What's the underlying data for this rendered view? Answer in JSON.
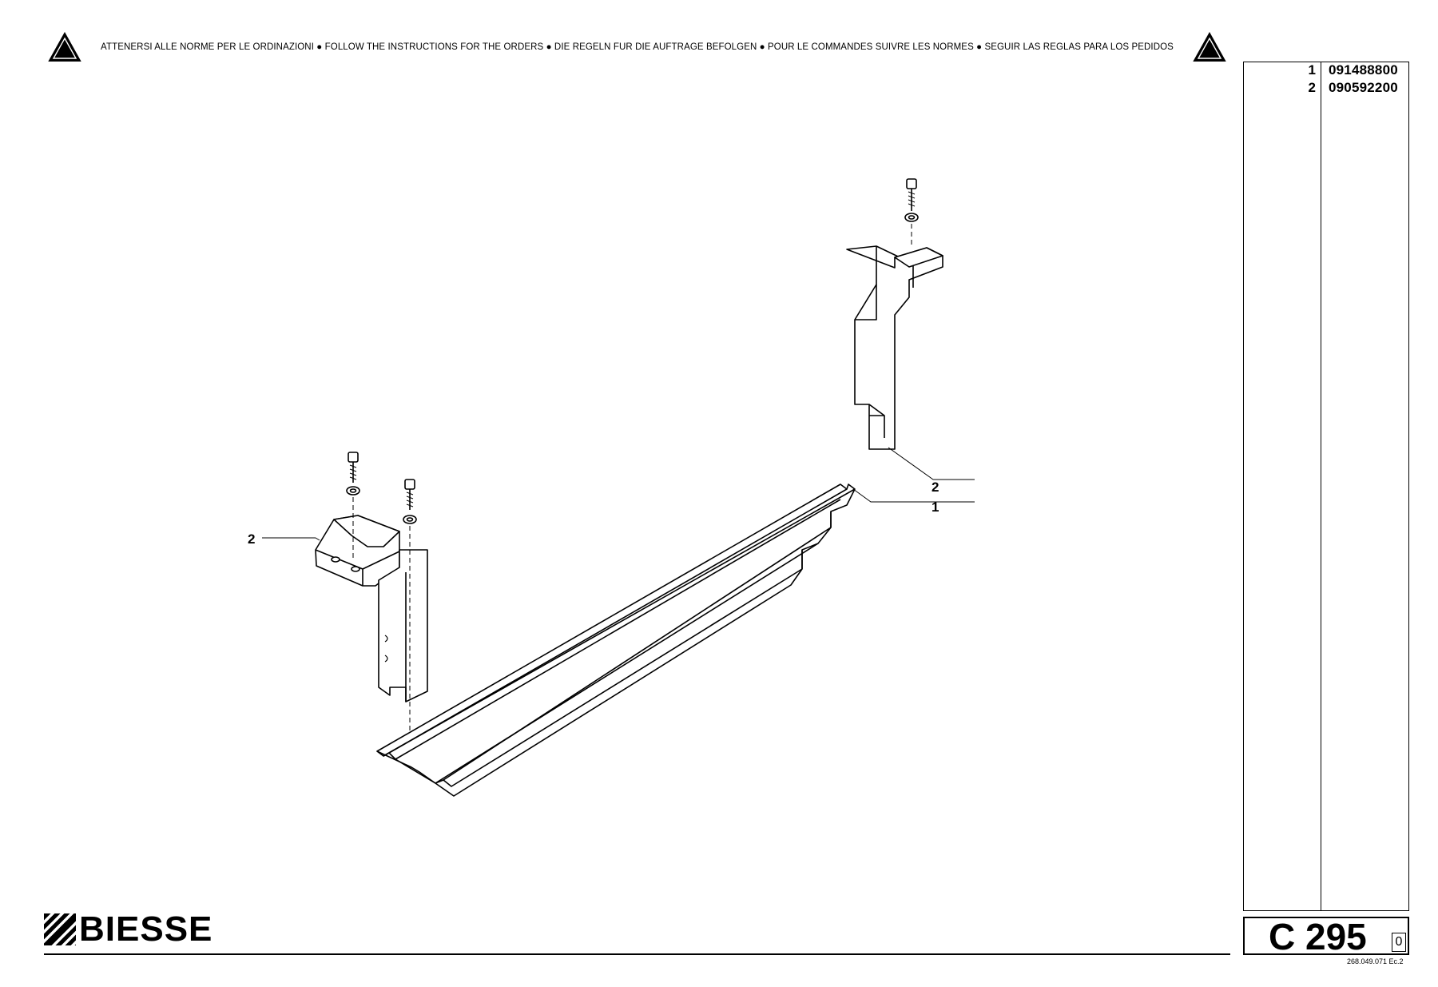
{
  "header": {
    "instructions": "ATTENERSI ALLE NORME PER LE ORDINAZIONI  ●  FOLLOW THE INSTRUCTIONS FOR THE ORDERS ● DIE REGELN FUR DIE AUFTRAGE BEFOLGEN ● POUR LE COMMANDES SUIVRE LES NORMES ● SEGUIR LAS REGLAS PARA LOS PEDIDOS",
    "warning_icon": "warning-triangle-icon"
  },
  "parts": [
    {
      "item": "1",
      "code": "091488800"
    },
    {
      "item": "2",
      "code": "090592200"
    }
  ],
  "callouts": {
    "left_bracket": "2",
    "right_bracket": "2",
    "rail": "1"
  },
  "footer": {
    "brand": "BIESSE",
    "page_code": "C 295",
    "revision": "0",
    "doc_ref": "268.049.071 Ec.2"
  },
  "colors": {
    "ink": "#000000",
    "paper": "#ffffff"
  }
}
